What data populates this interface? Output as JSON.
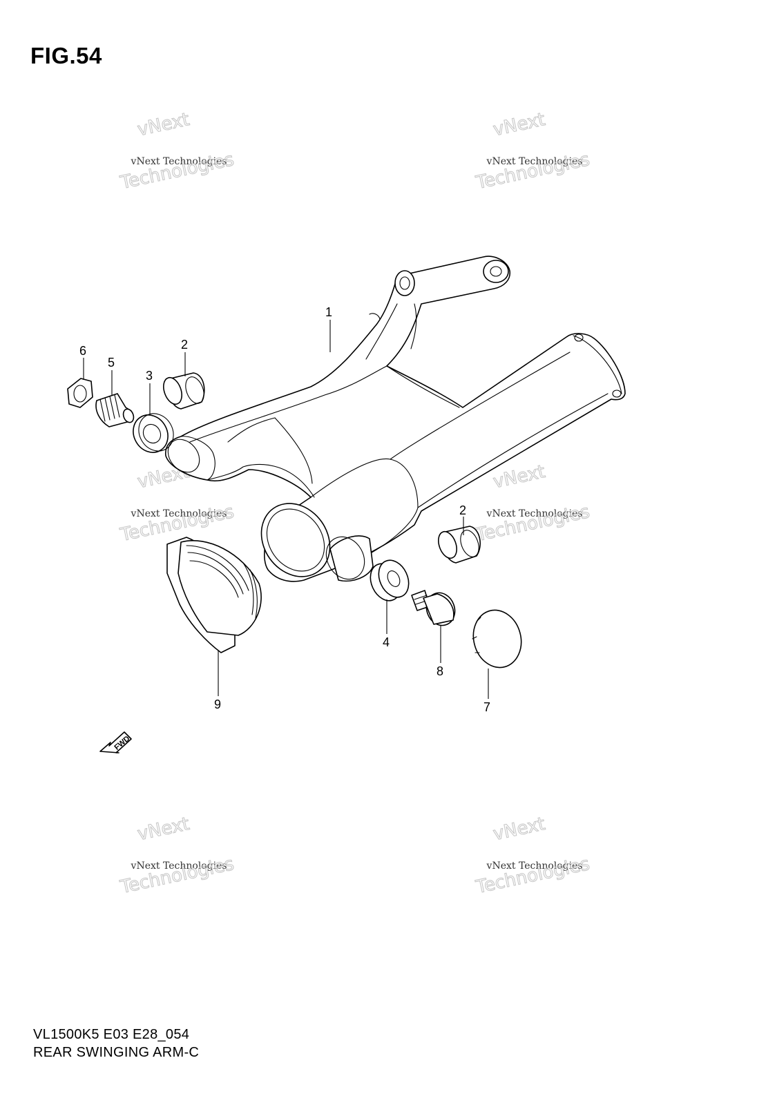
{
  "figure": {
    "title": "FIG.54"
  },
  "footer": {
    "model_code": "VL1500K5 E03 E28_054",
    "description": "REAR SWINGING ARM-C"
  },
  "callouts": [
    {
      "id": "c1",
      "label": "1"
    },
    {
      "id": "c2a",
      "label": "2"
    },
    {
      "id": "c2b",
      "label": "2"
    },
    {
      "id": "c3",
      "label": "3"
    },
    {
      "id": "c4",
      "label": "4"
    },
    {
      "id": "c5",
      "label": "5"
    },
    {
      "id": "c6",
      "label": "6"
    },
    {
      "id": "c7",
      "label": "7"
    },
    {
      "id": "c8",
      "label": "8"
    },
    {
      "id": "c9",
      "label": "9"
    }
  ],
  "direction_marker": {
    "label": "FWD",
    "icon": "fwd-arrow-icon"
  },
  "watermark": {
    "line1": "vNext Technologies",
    "line2": "vNext",
    "line3": "Technologies"
  }
}
